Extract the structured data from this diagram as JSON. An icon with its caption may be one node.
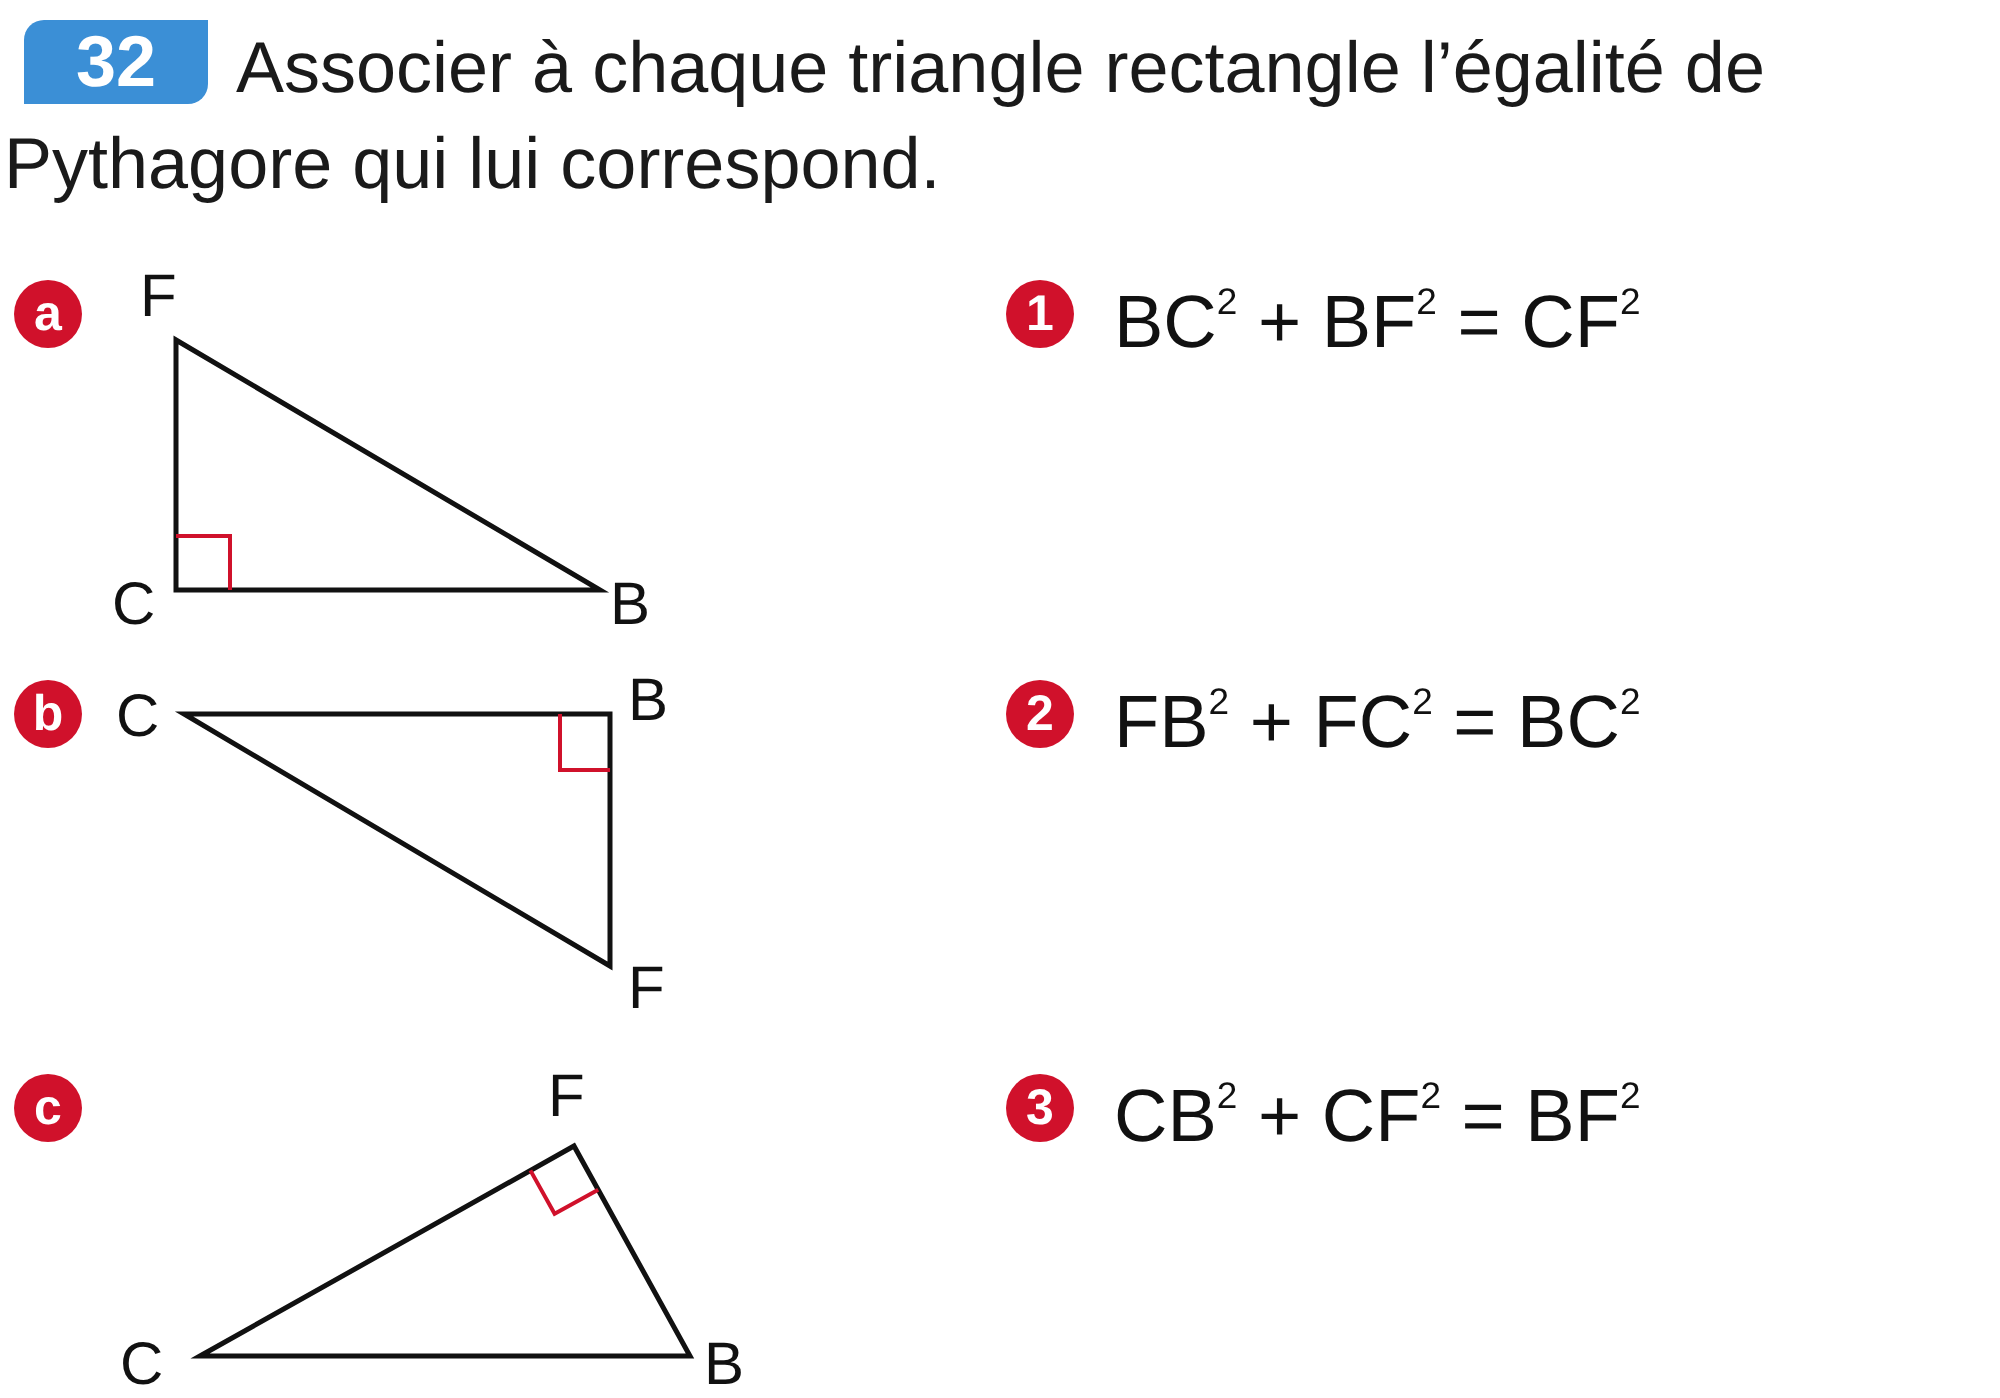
{
  "diagram": {
    "title": "Associer à chaque triangle rectangle l’égalité de Pythagore qui lui correspond.",
    "labels": [
      "32",
      "a",
      "F",
      "1",
      "BC$^{2}$ + BF$^{2}$ = CF$^{2}$",
      "C",
      "B",
      "b",
      "C",
      "B",
      "2",
      "FB$^{2}$ + FC$^{2}$ = BC$^{2}$",
      "F",
      "c",
      "F",
      "3",
      "CB$^{2}$ + CF$^{2}$ = BF$^{2}$",
      "C",
      "B"
    ]
  }
}
